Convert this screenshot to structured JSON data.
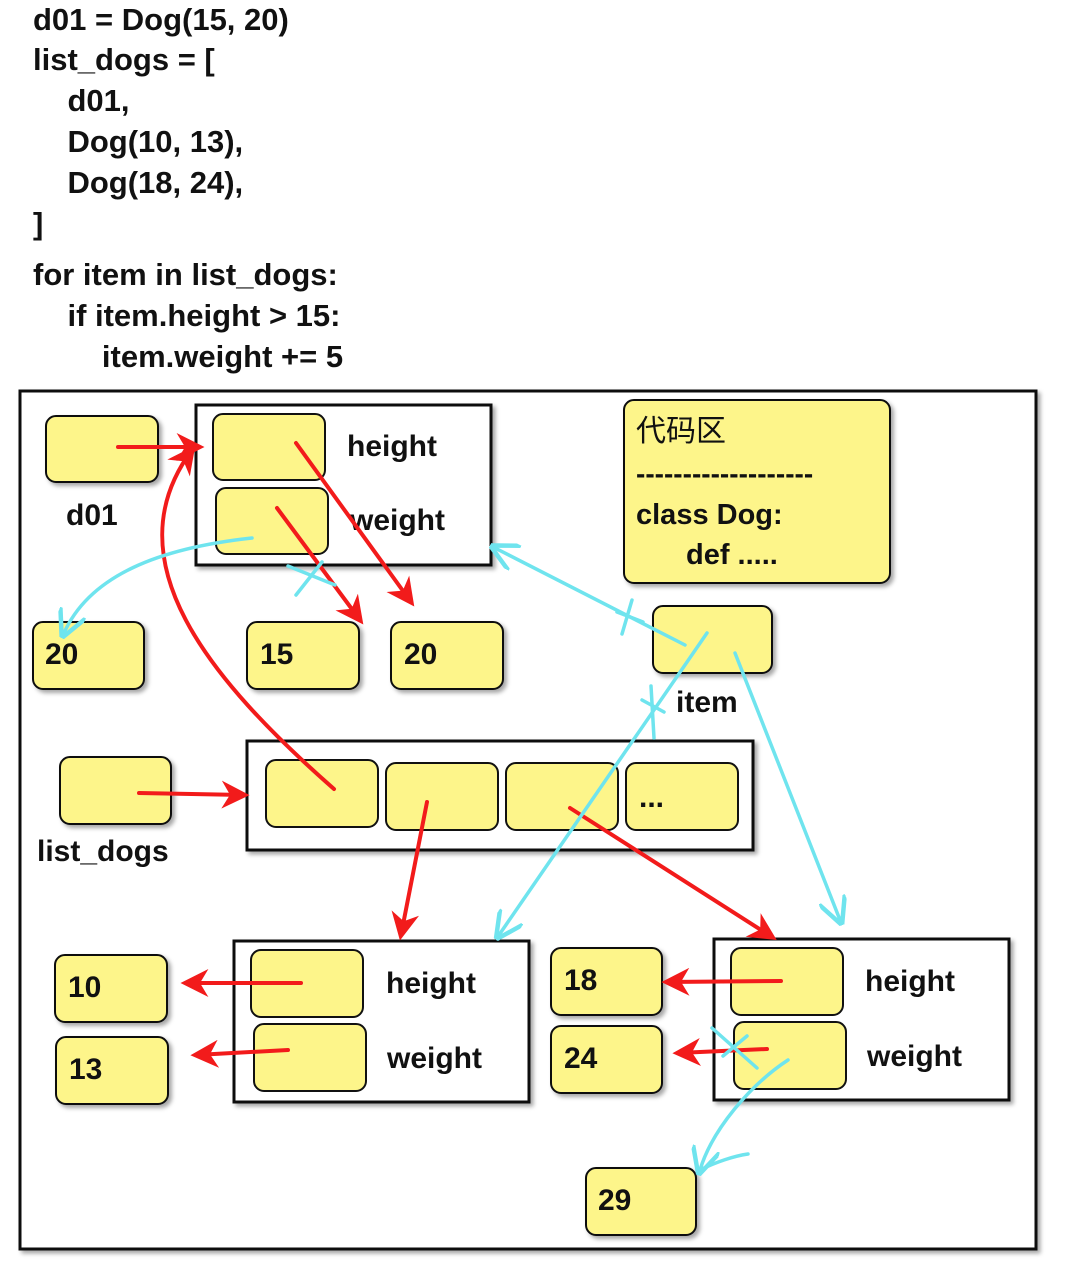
{
  "code": {
    "lines": [
      "d01 = Dog(15, 20)",
      "list_dogs = [",
      "    d01,",
      "    Dog(10, 13),",
      "    Dog(18, 24),",
      "]",
      "for item in list_dogs:",
      "    if item.height > 15:",
      "        item.weight += 5"
    ]
  },
  "diagram": {
    "var_d01": "d01",
    "var_list_dogs": "list_dogs",
    "var_item": "item",
    "dog1": {
      "height_label": "height",
      "weight_label": "weight"
    },
    "dog2": {
      "height_label": "height",
      "weight_label": "weight"
    },
    "dog3": {
      "height_label": "height",
      "weight_label": "weight"
    },
    "values": {
      "v20_old": "20",
      "v15": "15",
      "v20": "20",
      "v10": "10",
      "v13": "13",
      "v18": "18",
      "v24": "24",
      "v29": "29"
    },
    "list_ellipsis": "...",
    "code_area": {
      "title": "代码区",
      "divider": "-------------------",
      "line1": "class Dog:",
      "line2": "def ....."
    },
    "colors": {
      "box_fill": "#fdf58a",
      "red_arrow": "#f21b1b",
      "cyan_arrow": "#6fe4ee"
    }
  }
}
